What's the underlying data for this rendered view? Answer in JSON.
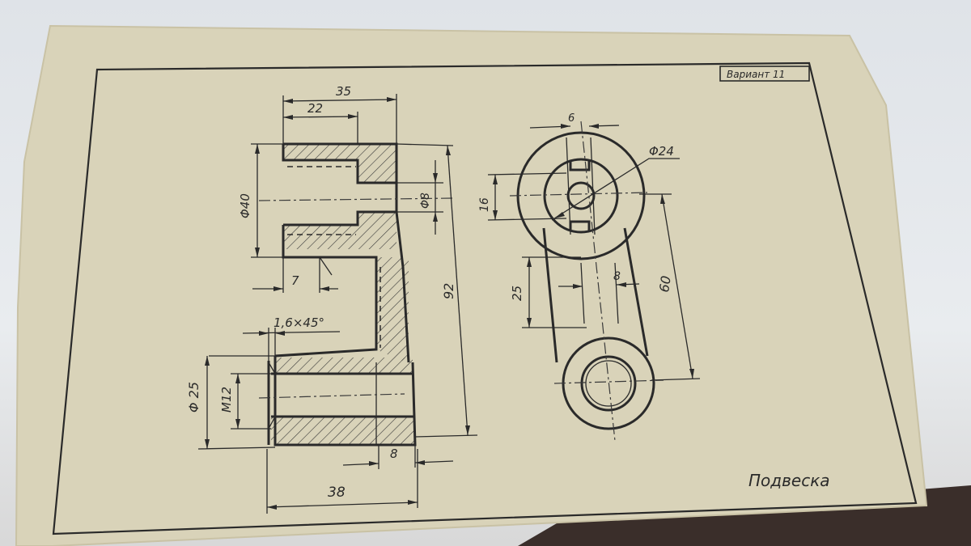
{
  "variant_label": "Вариант 11",
  "title": "Подвеска",
  "section_view": {
    "dim_35": "35",
    "dim_22": "22",
    "dim_phi40": "Φ40",
    "dim_phi8": "Φ8",
    "dim_7": "7",
    "dim_92": "92",
    "dim_chamfer": "1,6×45°",
    "dim_phi25": "Φ 25",
    "dim_m12": "M12",
    "dim_8": "8",
    "dim_38": "38"
  },
  "plan_view": {
    "dim_6": "6",
    "dim_phi24": "Φ24",
    "dim_16": "16",
    "dim_25": "25",
    "dim_8": "8",
    "dim_60": "60"
  },
  "colors": {
    "paper": "#d9d3b9",
    "ink": "#2a2a2a",
    "background": "#e3e6ea",
    "dark_surface": "#3a2e2a"
  }
}
